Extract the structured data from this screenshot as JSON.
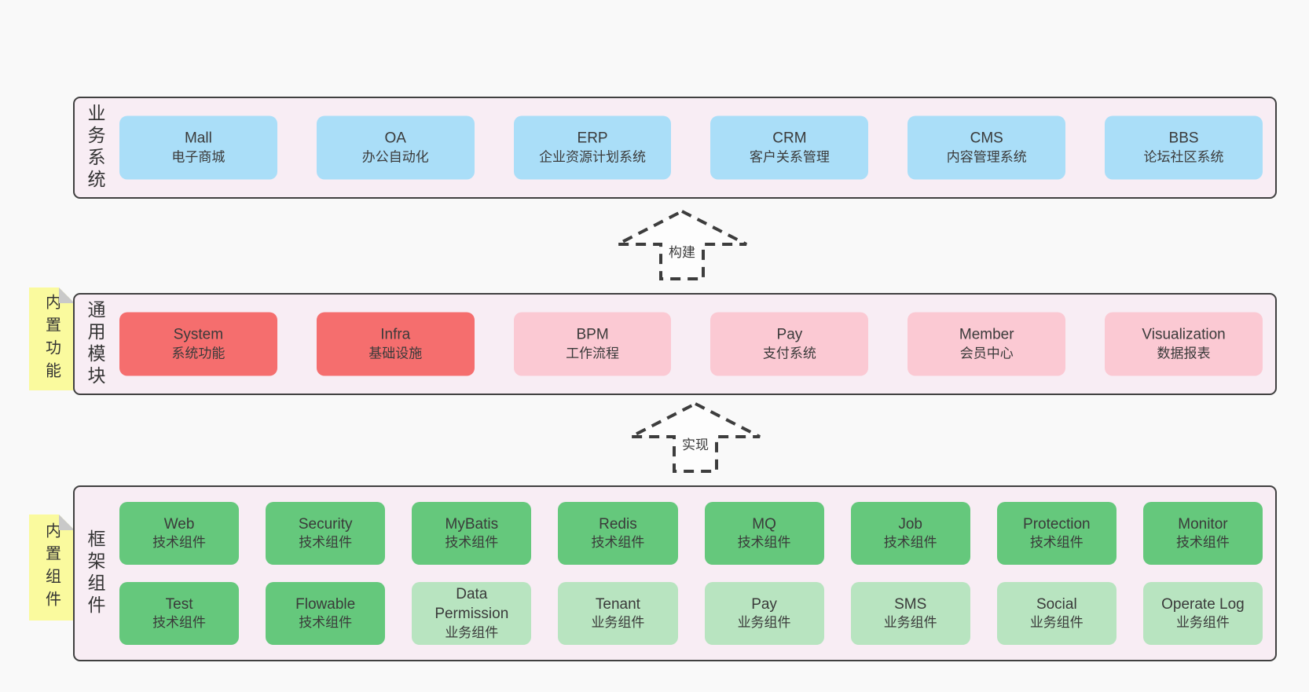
{
  "colors": {
    "page_bg": "#f9f9f9",
    "panel_bg": "#f8edf4",
    "panel_border": "#404040",
    "business_box": "#aadef8",
    "module_core_box": "#f56e6e",
    "module_box": "#fbc9d3",
    "tech_component_box": "#65c87c",
    "biz_component_box": "#b8e4c0",
    "note_bg": "#fafa9e",
    "note_fold": "#c9c9c9",
    "text": "#3a3a3a"
  },
  "layers": {
    "business": {
      "label": "业务系统",
      "boxes": [
        {
          "title": "Mall",
          "subtitle": "电子商城"
        },
        {
          "title": "OA",
          "subtitle": "办公自动化"
        },
        {
          "title": "ERP",
          "subtitle": "企业资源计划系统"
        },
        {
          "title": "CRM",
          "subtitle": "客户关系管理"
        },
        {
          "title": "CMS",
          "subtitle": "内容管理系统"
        },
        {
          "title": "BBS",
          "subtitle": "论坛社区系统"
        }
      ]
    },
    "modules": {
      "label": "通用模块",
      "note": "内置功能",
      "boxes": [
        {
          "title": "System",
          "subtitle": "系统功能"
        },
        {
          "title": "Infra",
          "subtitle": "基础设施"
        },
        {
          "title": "BPM",
          "subtitle": "工作流程"
        },
        {
          "title": "Pay",
          "subtitle": "支付系统"
        },
        {
          "title": "Member",
          "subtitle": "会员中心"
        },
        {
          "title": "Visualization",
          "subtitle": "数据报表"
        }
      ]
    },
    "components": {
      "label": "框架组件",
      "note": "内置组件",
      "row1": [
        {
          "title": "Web",
          "subtitle": "技术组件"
        },
        {
          "title": "Security",
          "subtitle": "技术组件"
        },
        {
          "title": "MyBatis",
          "subtitle": "技术组件"
        },
        {
          "title": "Redis",
          "subtitle": "技术组件"
        },
        {
          "title": "MQ",
          "subtitle": "技术组件"
        },
        {
          "title": "Job",
          "subtitle": "技术组件"
        },
        {
          "title": "Protection",
          "subtitle": "技术组件"
        },
        {
          "title": "Monitor",
          "subtitle": "技术组件"
        }
      ],
      "row2": [
        {
          "title": "Test",
          "subtitle": "技术组件"
        },
        {
          "title": "Flowable",
          "subtitle": "技术组件"
        },
        {
          "title": "Data Permission",
          "subtitle": "业务组件"
        },
        {
          "title": "Tenant",
          "subtitle": "业务组件"
        },
        {
          "title": "Pay",
          "subtitle": "业务组件"
        },
        {
          "title": "SMS",
          "subtitle": "业务组件"
        },
        {
          "title": "Social",
          "subtitle": "业务组件"
        },
        {
          "title": "Operate Log",
          "subtitle": "业务组件"
        }
      ]
    }
  },
  "arrows": {
    "build": {
      "label": "构建"
    },
    "implement": {
      "label": "实现"
    }
  }
}
